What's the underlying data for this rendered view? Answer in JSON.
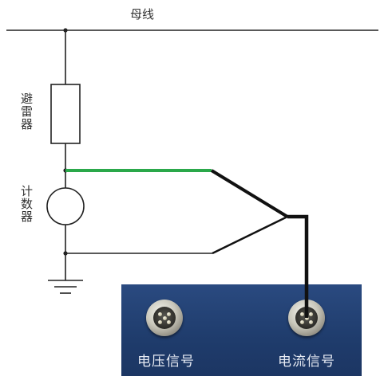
{
  "labels": {
    "busbar": "母线",
    "arrester": "避雷器",
    "counter": "计数器",
    "voltage_signal": "电压信号",
    "current_signal": "电流信号"
  },
  "colors": {
    "wire": "#222222",
    "green_wire": "#2aa84a",
    "panel": "#22426f"
  }
}
